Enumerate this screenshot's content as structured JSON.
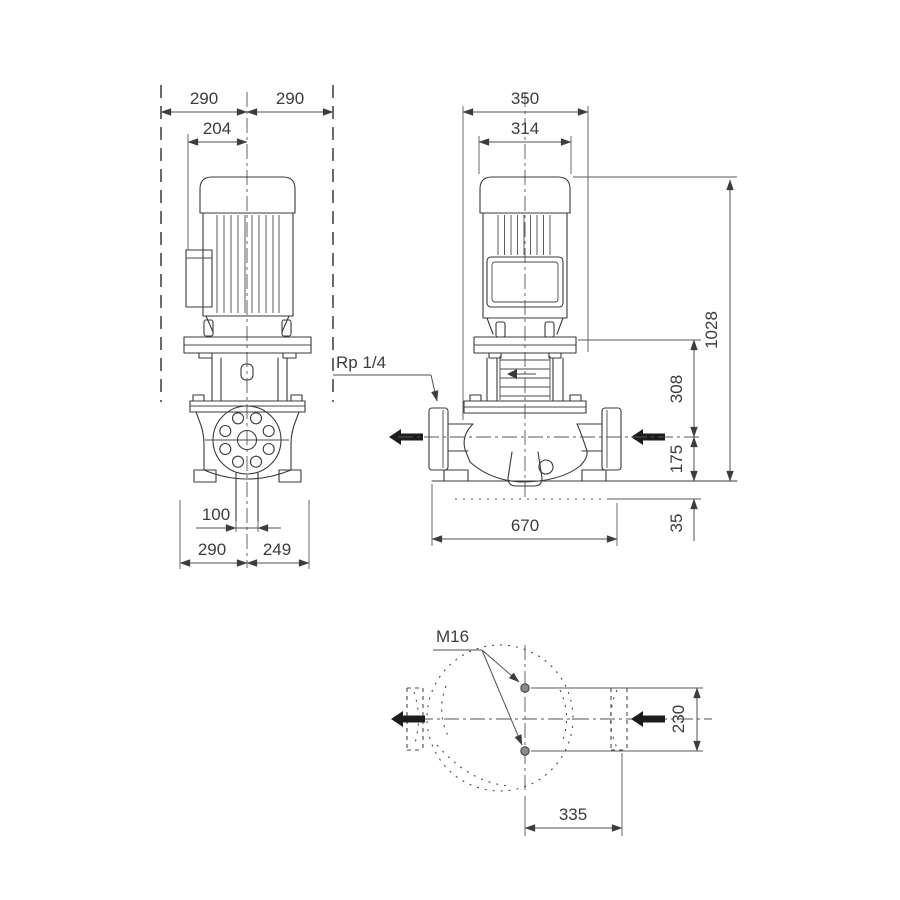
{
  "dims": {
    "front": {
      "clearance_left": "290",
      "clearance_right": "290",
      "motor_offset": "204",
      "port_bore": "100",
      "foot_left": "290",
      "foot_right": "249"
    },
    "side": {
      "overall_width": "350",
      "motor_width": "314",
      "overall_height": "1028",
      "motor_seat_to_port": "308",
      "port_to_base": "175",
      "base_thickness": "35",
      "base_length": "670",
      "gauge_tapping": "Rp 1/4"
    },
    "plan": {
      "anchor_thread": "M16",
      "bolt_row_spacing": "230",
      "bolt_to_flange_end": "335"
    }
  },
  "colors": {
    "line": "#3a3a3a",
    "dimension": "#4f4f4f",
    "text": "#3c3c3c",
    "flow_arrow": "#1c1c1c",
    "background": "#ffffff"
  }
}
